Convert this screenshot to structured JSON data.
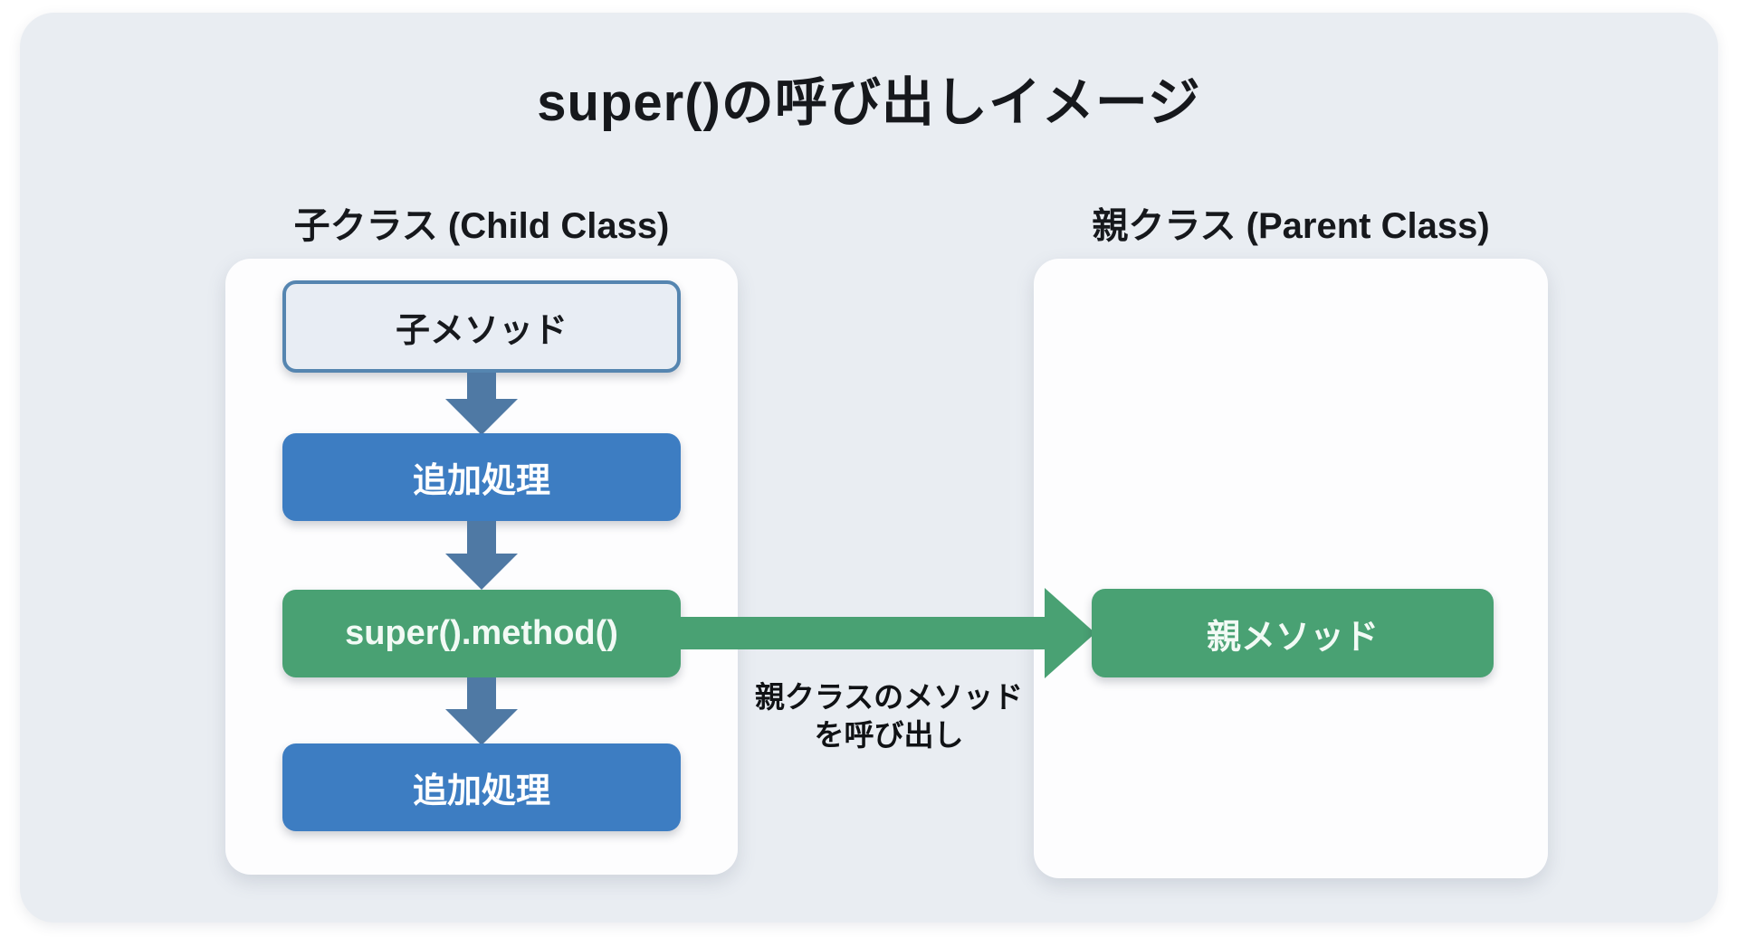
{
  "title": "super()の呼び出しイメージ",
  "child_class": {
    "label": "子クラス (Child Class)",
    "nodes": [
      {
        "id": "child-method",
        "label": "子メソッド",
        "style": "outlined"
      },
      {
        "id": "extra-processing-1",
        "label": "追加処理",
        "style": "blue"
      },
      {
        "id": "super-call",
        "label": "super().method()",
        "style": "green"
      },
      {
        "id": "extra-processing-2",
        "label": "追加処理",
        "style": "blue"
      }
    ]
  },
  "parent_class": {
    "label": "親クラス (Parent Class)",
    "nodes": [
      {
        "id": "parent-method",
        "label": "親メソッド",
        "style": "green"
      }
    ]
  },
  "call_arrow": {
    "label_line1": "親クラスのメソッド",
    "label_line2": "を呼び出し",
    "direction": "left-to-right"
  },
  "icons": {
    "down_arrow": "down-arrow-icon",
    "call_arrow": "right-arrow-icon"
  },
  "colors": {
    "page_bg": "#ffffff",
    "board_bg": "#e9edf2",
    "panel_bg": "#fdfdfe",
    "blue_node": "#3d7dc2",
    "green_node": "#49a173",
    "down_arrow": "#4f79a4",
    "call_arrow": "#49a173",
    "outlined_node_border": "#5585b0",
    "outlined_node_bg": "#e8edf4",
    "text_dark": "#16181c",
    "text_light": "#ffffff"
  }
}
